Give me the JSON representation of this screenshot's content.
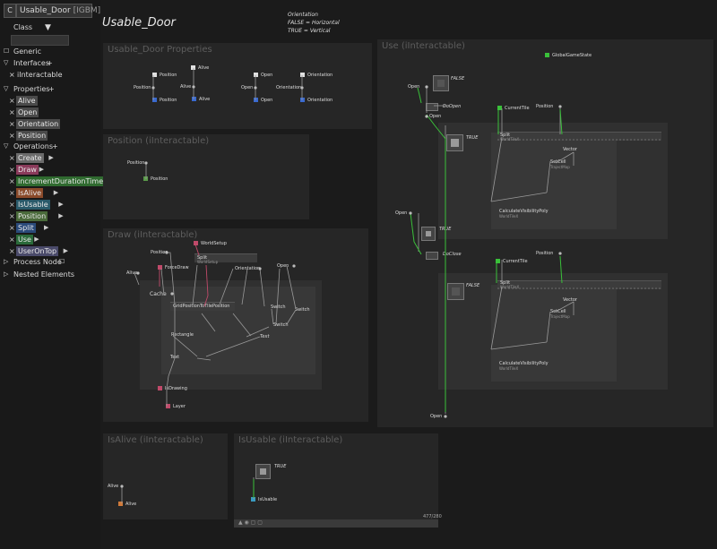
{
  "sidebar": {
    "c_button": "C",
    "title": "Usable_Door",
    "title_suffix": "[IGBM]",
    "class_label": "Class",
    "class_arrow": "▼",
    "generic": "Generic",
    "interfaces": "Interfaces",
    "interface_item": "iInteractable",
    "properties": "Properties",
    "property_items": [
      "Alive",
      "Open",
      "Orientation",
      "Position"
    ],
    "operations": "Operations",
    "operation_items": [
      {
        "label": "Create",
        "color": "#6b6b6b"
      },
      {
        "label": "Draw",
        "color": "#8a3a5a"
      },
      {
        "label": "IncrementDurationTimer",
        "color": "#2f6a2f"
      },
      {
        "label": "IsAlive",
        "color": "#8a4a2a"
      },
      {
        "label": "IsUsable",
        "color": "#2a5a6a"
      },
      {
        "label": "Position",
        "color": "#4a6a3a"
      },
      {
        "label": "Split",
        "color": "#2a4a7a"
      },
      {
        "label": "Use",
        "color": "#2a6a3a"
      },
      {
        "label": "UserOnTop",
        "color": "#4a4a6a"
      }
    ],
    "process_node": "Process Node",
    "nested_elements": "Nested Elements"
  },
  "canvas": {
    "big_title": "Usable_Door",
    "note_lines": [
      "Orientation",
      "FALSE = Horizontal",
      "TRUE = Vertical"
    ],
    "panels": {
      "properties": "Usable_Door Properties",
      "position": "Position (iInteractable)",
      "draw": "Draw (iInteractable)",
      "use": "Use (iInteractable)",
      "isalive": "IsAlive (iInteractable)",
      "isusable": "IsUsable (iInteractable)"
    },
    "props_nodes": {
      "position_in": "Position",
      "position_top": "Position",
      "position_out": "Position",
      "alive_top": "Alive",
      "alive_in": "Alive",
      "alive_out": "Alive",
      "open_top": "Open",
      "open_in": "Open",
      "open_out": "Open",
      "orient_top": "Orientation",
      "orient_in": "Orientation",
      "orient_out": "Orientation"
    },
    "position_panel": {
      "input": "Position",
      "output": "Position"
    },
    "draw_panel": {
      "position": "Position",
      "worldsetup": "WorldSetup",
      "split": "Split",
      "split_sub": "WorldSetup",
      "alive": "Alive",
      "forcedraw": "ForceDraw",
      "orientation": "Orientation",
      "open": "Open",
      "cache": "Cache",
      "grid": "GridPositionToTilePosition",
      "switch1": "Switch",
      "switch2": "Switch",
      "switch3": "Switch",
      "rectangle": "Rectangle",
      "text_italic": "Text",
      "text": "Text",
      "isdrawing": "IsDrawing",
      "layer": "Layer"
    },
    "use_panel": {
      "globalgamestate": "GlobalGameState",
      "open1": "Open",
      "false1": "FALSE",
      "doopen": "DoOpen",
      "open2": "Open",
      "currenttile1": "CurrentTile",
      "position1": "Position",
      "true1": "TRUE",
      "split1": "Split",
      "split1_sub": "WorldTileX",
      "vector1": "Vector",
      "setcell1": "SetCell",
      "setcell1_sub": "TrajectMap",
      "calc1": "CalculateVisibilityPoly",
      "calc1_sub": "WorldTileX",
      "open3": "Open",
      "true2": "TRUE",
      "doclose": "DoClose",
      "currenttile2": "CurrentTile",
      "position2": "Position",
      "false2": "FALSE",
      "split2": "Split",
      "split2_sub": "WorldTileX",
      "vector2": "Vector",
      "setcell2": "SetCell",
      "setcell2_sub": "TrajectMap",
      "calc2": "CalculateVisibilityPoly",
      "calc2_sub": "WorldTileX",
      "open_out": "Open"
    },
    "isalive_panel": {
      "input": "Alive",
      "output": "Alive"
    },
    "isusable_panel": {
      "true": "TRUE",
      "output": "IsUsable",
      "counter": "477/280"
    }
  },
  "colors": {
    "bg": "#1b1b1b",
    "panel": "#262626",
    "white_node": "#e0e0e0",
    "blue_node": "#3a6ad0",
    "green_node": "#3ac03a",
    "pink_node": "#c04a6a",
    "orange_node": "#d07a3a",
    "wire": "#9a9a9a",
    "wire_green": "#3ac03a",
    "wire_pink": "#c04a6a"
  }
}
